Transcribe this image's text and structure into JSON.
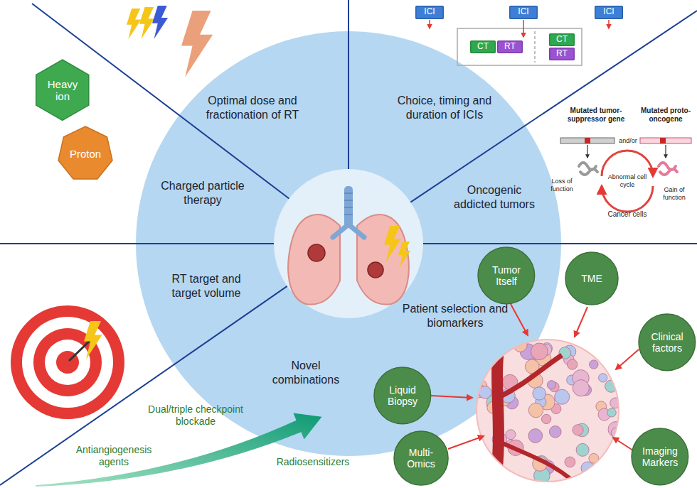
{
  "diagram": {
    "nodes": [
      {
        "text": [
          "Optimal dose and fractionation of RT",
          "Choice, timing and duration of ICIs",
          "Charged particle therapy",
          "Oncogenic addicted tumors",
          "RT target and target volume",
          "Patient selection and biomarkers",
          "Novel combinations"
        ]
      },
      {
        "text": [
          "Heavy ion"
        ]
      },
      {
        "text": [
          "Proton"
        ]
      },
      {
        "text": [
          "ICI"
        ]
      },
      {
        "text": [
          "ICI"
        ]
      },
      {
        "text": [
          "ICI"
        ]
      },
      {
        "text": [
          "CT"
        ]
      },
      {
        "text": [
          "RT"
        ]
      },
      {
        "text": [
          "CT"
        ]
      },
      {
        "text": [
          "RT"
        ]
      },
      {
        "text": [
          "Tumor Itself"
        ]
      },
      {
        "text": [
          "TME"
        ]
      },
      {
        "text": [
          "Clinical factors"
        ]
      },
      {
        "text": [
          "Liquid Biopsy"
        ]
      },
      {
        "text": [
          "Multi-Omics"
        ]
      },
      {
        "text": [
          "Imaging Markers"
        ]
      }
    ],
    "labels": [
      "Mutated tumor-suppressor gene",
      "Mutated proto-oncogene",
      "and/or",
      "Loss of function",
      "Abnormal cell cycle",
      "Gain of function",
      "Cancer cells",
      "Dual/triple checkpoint blockade",
      "Antiangiogenesis agents",
      "Radiosensitizers"
    ]
  }
}
